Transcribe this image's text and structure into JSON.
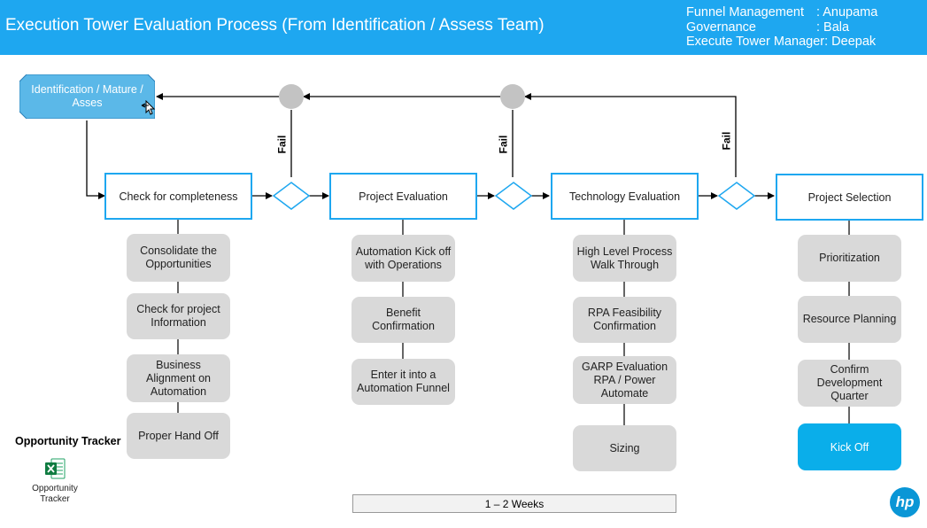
{
  "header": {
    "title": "Execution Tower Evaluation Process (From Identification / Assess Team)",
    "info_labels": [
      "Funnel Management",
      "Governance",
      "Execute Tower Manager"
    ],
    "info_values": [
      ": Anupama",
      ": Bala",
      ": Deepak"
    ]
  },
  "start_node": "Identification / Mature / Asses",
  "stages": [
    {
      "title": "Check for completeness",
      "steps": [
        "Consolidate the Opportunities",
        "Check for project Information",
        "Business Alignment on Automation",
        "Proper Hand Off"
      ]
    },
    {
      "title": "Project Evaluation",
      "steps": [
        "Automation Kick off with Operations",
        "Benefit Confirmation",
        "Enter it into a Automation Funnel"
      ]
    },
    {
      "title": "Technology Evaluation",
      "steps": [
        "High Level Process Walk Through",
        "RPA Feasibility Confirmation",
        "GARP Evaluation RPA / Power Automate",
        "Sizing"
      ]
    },
    {
      "title": "Project Selection",
      "steps": [
        "Prioritization",
        "Resource Planning",
        "Confirm Development Quarter",
        "Kick Off"
      ]
    }
  ],
  "decision_label": "Fail",
  "tracker": {
    "title": "Opportunity Tracker",
    "file_label": "Opportunity Tracker"
  },
  "duration": "1 – 2 Weeks",
  "logo_text": "hp",
  "colors": {
    "accent": "#1ea7f0",
    "step_fill": "#d9d9d9",
    "kick_off": "#0aaeea",
    "start_node": "#5bb8e8"
  },
  "icons": [
    "excel-icon",
    "hp-logo",
    "move-cursor-icon"
  ]
}
